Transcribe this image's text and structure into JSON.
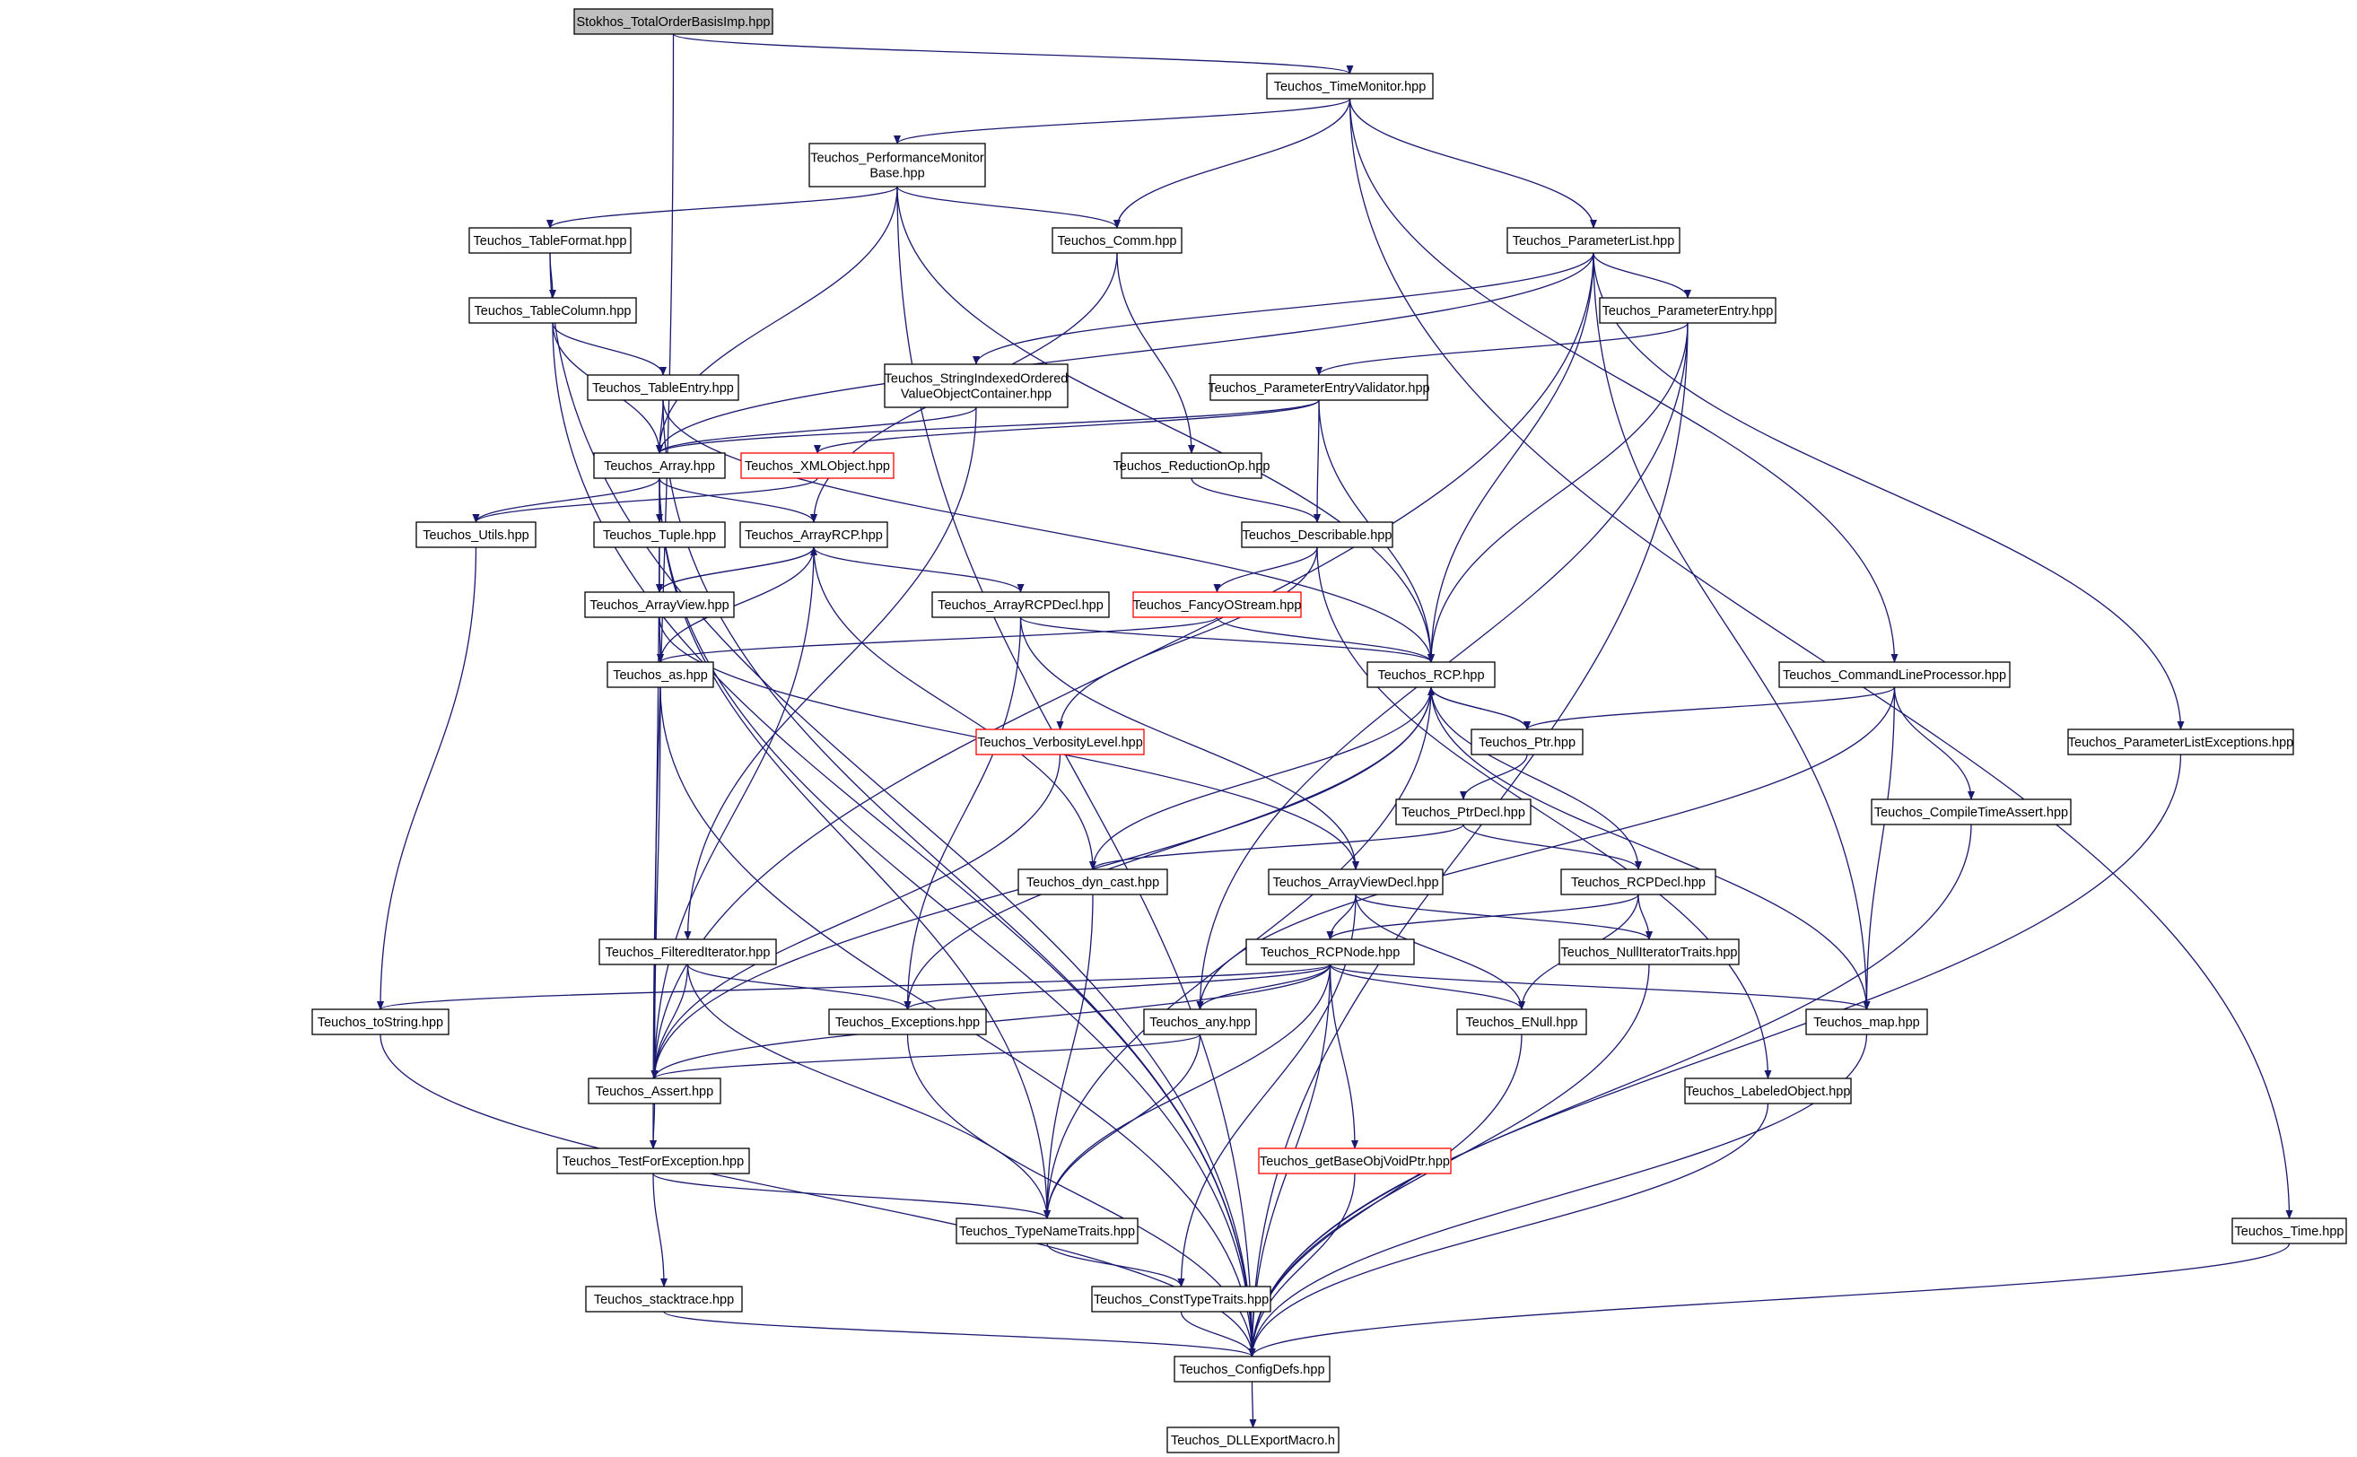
{
  "colors": {
    "edge": "#191970",
    "node_border_default": "#000000",
    "node_border_truncated": "#ff0000",
    "root_fill": "#bfbfbf",
    "node_fill": "#ffffff",
    "text": "#000000"
  },
  "nodes": [
    {
      "id": "root",
      "label": "Stokhos_TotalOrderBasisImp.hpp",
      "style": "root"
    },
    {
      "id": "timemon",
      "label": "Teuchos_TimeMonitor.hpp"
    },
    {
      "id": "perfmon",
      "label": "Teuchos_PerformanceMonitor\nBase.hpp"
    },
    {
      "id": "tableformat",
      "label": "Teuchos_TableFormat.hpp"
    },
    {
      "id": "comm",
      "label": "Teuchos_Comm.hpp"
    },
    {
      "id": "paramlist",
      "label": "Teuchos_ParameterList.hpp"
    },
    {
      "id": "tablecolumn",
      "label": "Teuchos_TableColumn.hpp"
    },
    {
      "id": "paramentry",
      "label": "Teuchos_ParameterEntry.hpp"
    },
    {
      "id": "tableentry",
      "label": "Teuchos_TableEntry.hpp"
    },
    {
      "id": "stringindexed",
      "label": "Teuchos_StringIndexedOrdered\nValueObjectContainer.hpp"
    },
    {
      "id": "pev",
      "label": "Teuchos_ParameterEntryValidator.hpp"
    },
    {
      "id": "array",
      "label": "Teuchos_Array.hpp"
    },
    {
      "id": "xmlobject",
      "label": "Teuchos_XMLObject.hpp",
      "style": "truncated"
    },
    {
      "id": "reductionop",
      "label": "Teuchos_ReductionOp.hpp"
    },
    {
      "id": "utils",
      "label": "Teuchos_Utils.hpp"
    },
    {
      "id": "tuple",
      "label": "Teuchos_Tuple.hpp"
    },
    {
      "id": "arrayrcp",
      "label": "Teuchos_ArrayRCP.hpp"
    },
    {
      "id": "describable",
      "label": "Teuchos_Describable.hpp"
    },
    {
      "id": "arrayview",
      "label": "Teuchos_ArrayView.hpp"
    },
    {
      "id": "arrayrcpdecl",
      "label": "Teuchos_ArrayRCPDecl.hpp"
    },
    {
      "id": "fancyostream",
      "label": "Teuchos_FancyOStream.hpp",
      "style": "truncated"
    },
    {
      "id": "as",
      "label": "Teuchos_as.hpp"
    },
    {
      "id": "rcp",
      "label": "Teuchos_RCP.hpp"
    },
    {
      "id": "clp",
      "label": "Teuchos_CommandLineProcessor.hpp"
    },
    {
      "id": "verbosity",
      "label": "Teuchos_VerbosityLevel.hpp",
      "style": "truncated"
    },
    {
      "id": "ptr",
      "label": "Teuchos_Ptr.hpp"
    },
    {
      "id": "plexc",
      "label": "Teuchos_ParameterListExceptions.hpp"
    },
    {
      "id": "ptrdecl",
      "label": "Teuchos_PtrDecl.hpp"
    },
    {
      "id": "compiletimeassert",
      "label": "Teuchos_CompileTimeAssert.hpp"
    },
    {
      "id": "dyncast",
      "label": "Teuchos_dyn_cast.hpp"
    },
    {
      "id": "arrayviewdecl",
      "label": "Teuchos_ArrayViewDecl.hpp"
    },
    {
      "id": "rcpdecl",
      "label": "Teuchos_RCPDecl.hpp"
    },
    {
      "id": "filtered",
      "label": "Teuchos_FilteredIterator.hpp"
    },
    {
      "id": "rcpnode",
      "label": "Teuchos_RCPNode.hpp"
    },
    {
      "id": "nulliter",
      "label": "Teuchos_NullIteratorTraits.hpp"
    },
    {
      "id": "tostring",
      "label": "Teuchos_toString.hpp"
    },
    {
      "id": "exceptions",
      "label": "Teuchos_Exceptions.hpp"
    },
    {
      "id": "any",
      "label": "Teuchos_any.hpp"
    },
    {
      "id": "enull",
      "label": "Teuchos_ENull.hpp"
    },
    {
      "id": "map",
      "label": "Teuchos_map.hpp"
    },
    {
      "id": "assert",
      "label": "Teuchos_Assert.hpp"
    },
    {
      "id": "labeled",
      "label": "Teuchos_LabeledObject.hpp"
    },
    {
      "id": "testforexc",
      "label": "Teuchos_TestForException.hpp"
    },
    {
      "id": "getbase",
      "label": "Teuchos_getBaseObjVoidPtr.hpp",
      "style": "truncated"
    },
    {
      "id": "typename",
      "label": "Teuchos_TypeNameTraits.hpp"
    },
    {
      "id": "time",
      "label": "Teuchos_Time.hpp"
    },
    {
      "id": "stacktrace",
      "label": "Teuchos_stacktrace.hpp"
    },
    {
      "id": "consttype",
      "label": "Teuchos_ConstTypeTraits.hpp"
    },
    {
      "id": "configdefs",
      "label": "Teuchos_ConfigDefs.hpp"
    },
    {
      "id": "dllexport",
      "label": "Teuchos_DLLExportMacro.h"
    }
  ],
  "edges": [
    [
      "root",
      "timemon"
    ],
    [
      "root",
      "testforexc"
    ],
    [
      "timemon",
      "perfmon"
    ],
    [
      "timemon",
      "comm"
    ],
    [
      "timemon",
      "paramlist"
    ],
    [
      "timemon",
      "clp"
    ],
    [
      "timemon",
      "time"
    ],
    [
      "perfmon",
      "tableformat"
    ],
    [
      "perfmon",
      "comm"
    ],
    [
      "perfmon",
      "array"
    ],
    [
      "perfmon",
      "rcp"
    ],
    [
      "perfmon",
      "configdefs"
    ],
    [
      "tableformat",
      "tablecolumn"
    ],
    [
      "tableformat",
      "configdefs"
    ],
    [
      "tablecolumn",
      "tableentry"
    ],
    [
      "tablecolumn",
      "array"
    ],
    [
      "tablecolumn",
      "configdefs"
    ],
    [
      "tableentry",
      "array"
    ],
    [
      "tableentry",
      "rcp"
    ],
    [
      "tableentry",
      "configdefs"
    ],
    [
      "comm",
      "arrayrcp"
    ],
    [
      "comm",
      "reductionop"
    ],
    [
      "paramlist",
      "paramentry"
    ],
    [
      "paramlist",
      "stringindexed"
    ],
    [
      "paramlist",
      "array"
    ],
    [
      "paramlist",
      "assert"
    ],
    [
      "paramlist",
      "rcp"
    ],
    [
      "paramlist",
      "map"
    ],
    [
      "paramlist",
      "plexc"
    ],
    [
      "paramentry",
      "pev"
    ],
    [
      "paramentry",
      "rcp"
    ],
    [
      "paramentry",
      "any"
    ],
    [
      "paramentry",
      "configdefs"
    ],
    [
      "stringindexed",
      "array"
    ],
    [
      "stringindexed",
      "filtered"
    ],
    [
      "pev",
      "array"
    ],
    [
      "pev",
      "xmlobject"
    ],
    [
      "pev",
      "describable"
    ],
    [
      "pev",
      "rcp"
    ],
    [
      "reductionop",
      "describable"
    ],
    [
      "describable",
      "fancyostream"
    ],
    [
      "describable",
      "verbosity"
    ],
    [
      "describable",
      "labeled"
    ],
    [
      "fancyostream",
      "rcp"
    ],
    [
      "fancyostream",
      "as"
    ],
    [
      "array",
      "utils"
    ],
    [
      "array",
      "tuple"
    ],
    [
      "array",
      "arrayrcp"
    ],
    [
      "array",
      "assert"
    ],
    [
      "array",
      "typename"
    ],
    [
      "array",
      "configdefs"
    ],
    [
      "xmlobject",
      "utils"
    ],
    [
      "utils",
      "tostring"
    ],
    [
      "tuple",
      "arrayview"
    ],
    [
      "arrayrcp",
      "arrayview"
    ],
    [
      "arrayrcp",
      "arrayrcpdecl"
    ],
    [
      "arrayrcp",
      "as"
    ],
    [
      "arrayrcp",
      "assert"
    ],
    [
      "arrayrcp",
      "dyncast"
    ],
    [
      "arrayview",
      "arrayrcp"
    ],
    [
      "arrayview",
      "as"
    ],
    [
      "arrayview",
      "arrayviewdecl"
    ],
    [
      "arrayrcpdecl",
      "rcp"
    ],
    [
      "arrayrcpdecl",
      "arrayviewdecl"
    ],
    [
      "arrayrcpdecl",
      "exceptions"
    ],
    [
      "as",
      "assert"
    ],
    [
      "as",
      "configdefs"
    ],
    [
      "rcp",
      "ptr"
    ],
    [
      "rcp",
      "rcpdecl"
    ],
    [
      "rcp",
      "dyncast"
    ],
    [
      "rcp",
      "exceptions"
    ],
    [
      "rcp",
      "assert"
    ],
    [
      "rcp",
      "map"
    ],
    [
      "rcp",
      "typename"
    ],
    [
      "ptr",
      "rcp"
    ],
    [
      "ptr",
      "ptrdecl"
    ],
    [
      "ptrdecl",
      "rcpdecl"
    ],
    [
      "ptrdecl",
      "dyncast"
    ],
    [
      "clp",
      "ptr"
    ],
    [
      "clp",
      "compiletimeassert"
    ],
    [
      "clp",
      "map"
    ],
    [
      "clp",
      "any"
    ],
    [
      "compiletimeassert",
      "configdefs"
    ],
    [
      "plexc",
      "configdefs"
    ],
    [
      "verbosity",
      "assert"
    ],
    [
      "rcpdecl",
      "rcpnode"
    ],
    [
      "rcpdecl",
      "nulliter"
    ],
    [
      "rcpdecl",
      "enull"
    ],
    [
      "arrayviewdecl",
      "rcpnode"
    ],
    [
      "arrayviewdecl",
      "nulliter"
    ],
    [
      "arrayviewdecl",
      "enull"
    ],
    [
      "arrayviewdecl",
      "consttype"
    ],
    [
      "dyncast",
      "typename"
    ],
    [
      "filtered",
      "assert"
    ],
    [
      "filtered",
      "exceptions"
    ],
    [
      "filtered",
      "typename"
    ],
    [
      "rcpnode",
      "tostring"
    ],
    [
      "rcpnode",
      "exceptions"
    ],
    [
      "rcpnode",
      "any"
    ],
    [
      "rcpnode",
      "enull"
    ],
    [
      "rcpnode",
      "map"
    ],
    [
      "rcpnode",
      "assert"
    ],
    [
      "rcpnode",
      "typename"
    ],
    [
      "rcpnode",
      "getbase"
    ],
    [
      "rcpnode",
      "configdefs"
    ],
    [
      "nulliter",
      "configdefs"
    ],
    [
      "tostring",
      "configdefs"
    ],
    [
      "exceptions",
      "configdefs"
    ],
    [
      "any",
      "assert"
    ],
    [
      "any",
      "typename"
    ],
    [
      "enull",
      "configdefs"
    ],
    [
      "map",
      "configdefs"
    ],
    [
      "labeled",
      "configdefs"
    ],
    [
      "assert",
      "testforexc"
    ],
    [
      "testforexc",
      "typename"
    ],
    [
      "testforexc",
      "stacktrace"
    ],
    [
      "typename",
      "consttype"
    ],
    [
      "consttype",
      "configdefs"
    ],
    [
      "getbase",
      "configdefs"
    ],
    [
      "stacktrace",
      "configdefs"
    ],
    [
      "time",
      "configdefs"
    ],
    [
      "configdefs",
      "dllexport"
    ]
  ]
}
